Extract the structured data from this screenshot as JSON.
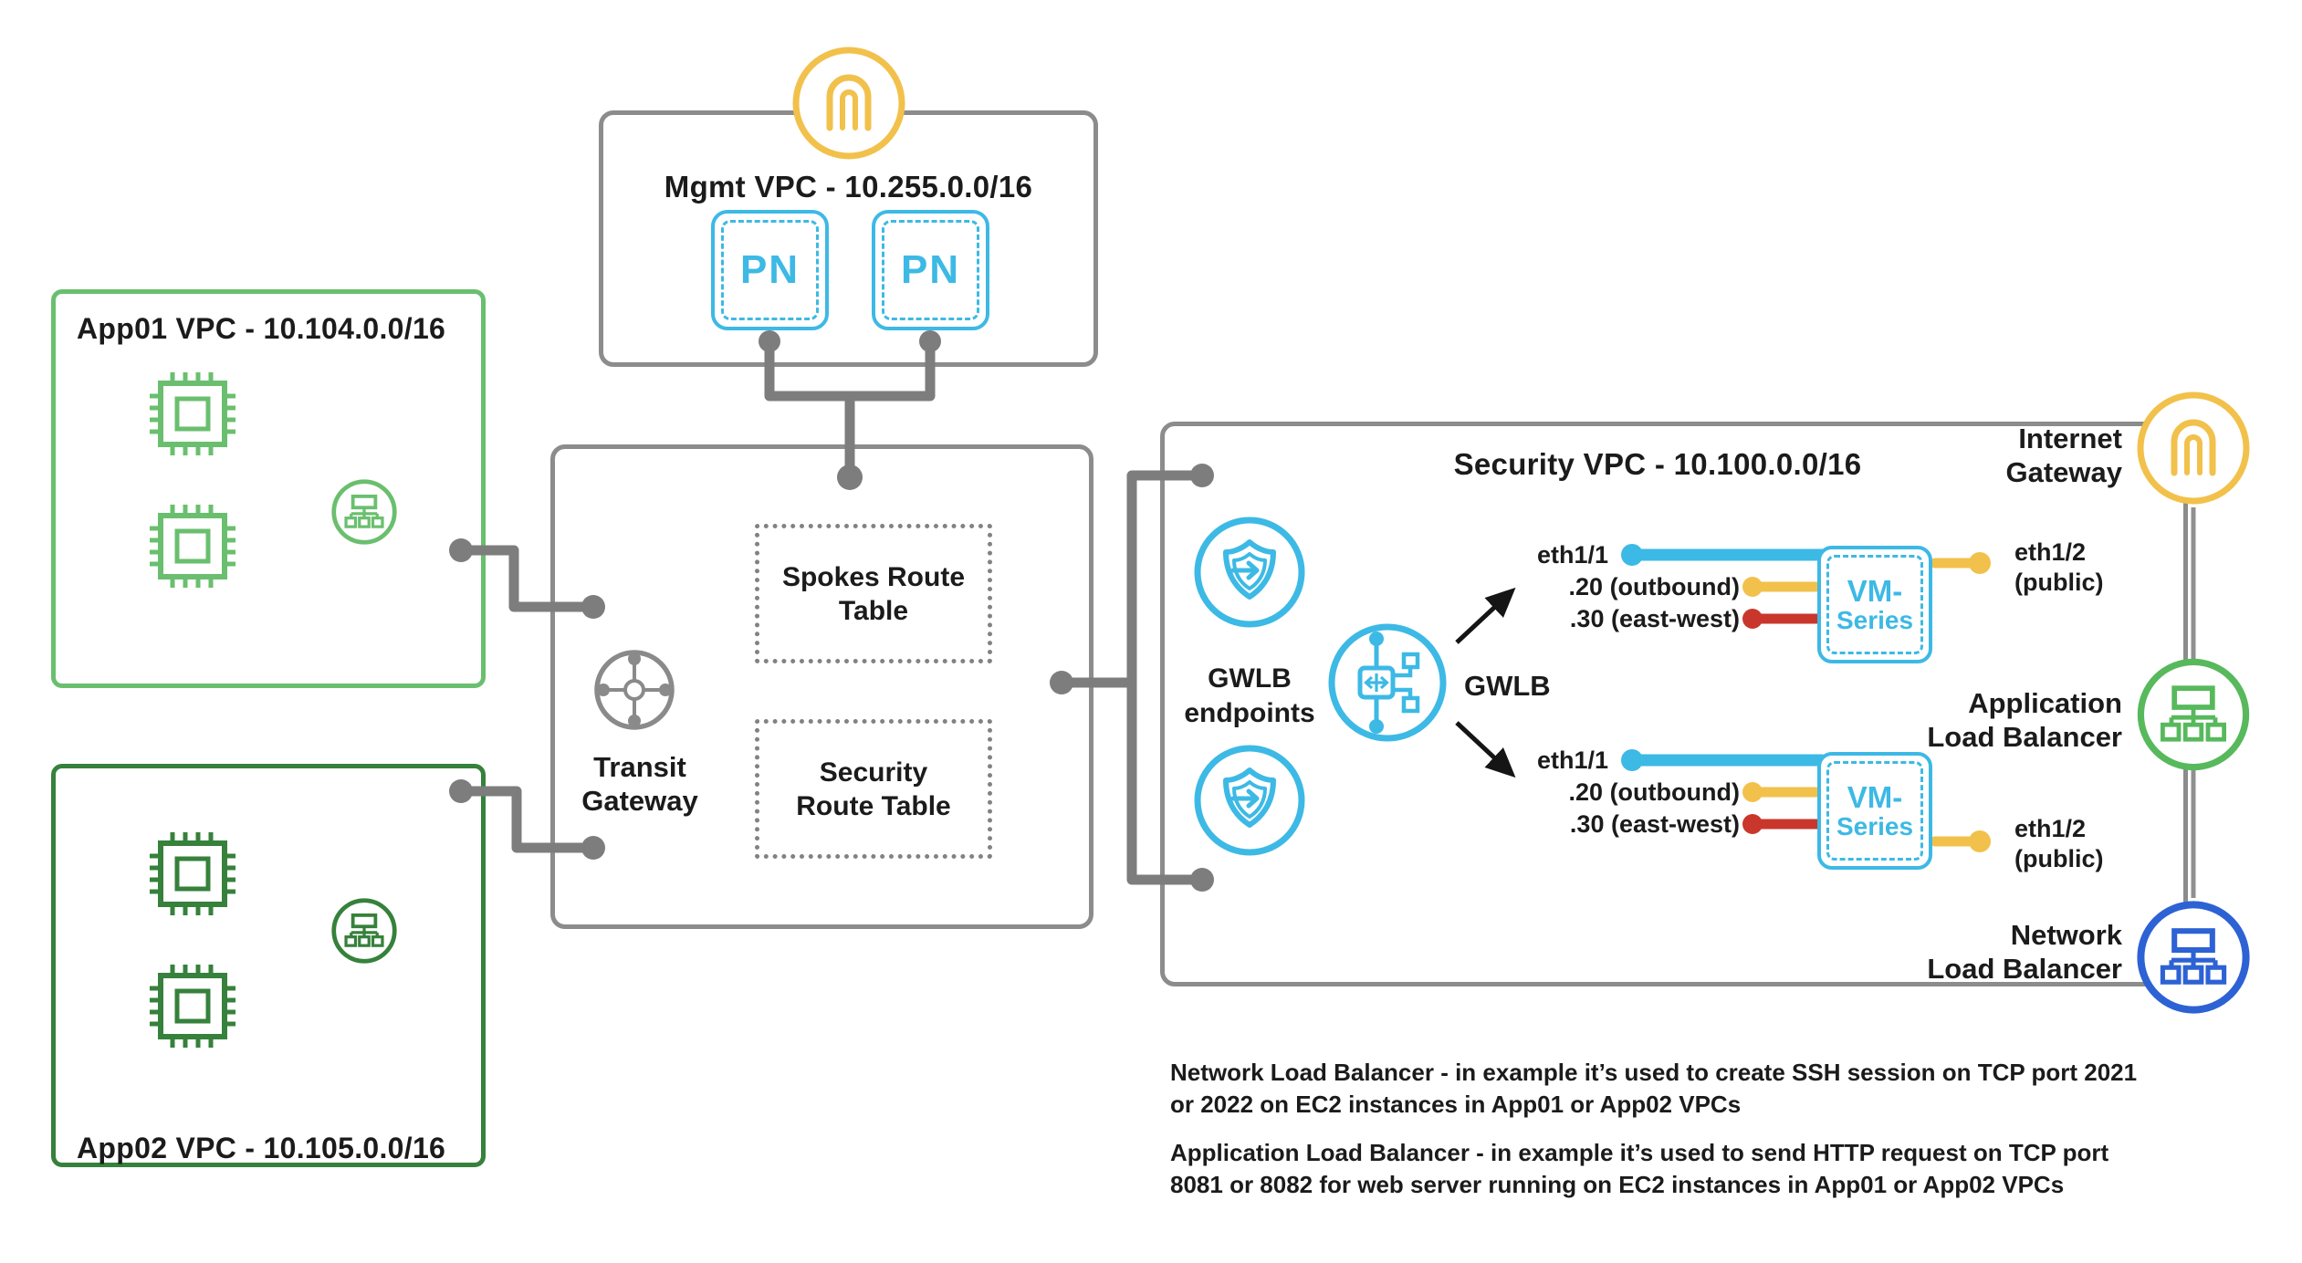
{
  "colors": {
    "wire_gray": "#7d7d7d",
    "box_border_gray": "#8c8c8c",
    "light_blue": "#3db9e5",
    "yellow": "#f2c14b",
    "red": "#c9372c",
    "app01_green": "#6abf6e",
    "app02_green": "#36813b",
    "alb_green": "#57b95c",
    "nlb_blue": "#2d62d4",
    "text_black": "#1b1b1b"
  },
  "mgmt_vpc": {
    "title": "Mgmt VPC - 10.255.0.0/16",
    "pn_nodes": [
      "PN",
      "PN"
    ]
  },
  "app01_vpc": {
    "title": "App01 VPC - 10.104.0.0/16"
  },
  "app02_vpc": {
    "title": "App02 VPC - 10.105.0.0/16"
  },
  "transit_gateway": {
    "label_lines": [
      "Transit",
      "Gateway"
    ],
    "spokes_route_table_lines": [
      "Spokes Route",
      "Table"
    ],
    "security_route_table_lines": [
      "Security",
      "Route Table"
    ]
  },
  "security_vpc": {
    "title": "Security VPC - 10.100.0.0/16",
    "gwlb_endpoints_lines": [
      "GWLB",
      "endpoints"
    ],
    "gwlb_label": "GWLB"
  },
  "vm_series_top": {
    "eth11_label": "eth1/1",
    "outbound_label": ".20 (outbound)",
    "eastwest_label": ".30 (east-west)",
    "name_lines": [
      "VM-",
      "Series"
    ],
    "eth12_lines": [
      "eth1/2",
      "(public)"
    ]
  },
  "vm_series_bottom": {
    "eth11_label": "eth1/1",
    "outbound_label": ".20 (outbound)",
    "eastwest_label": ".30 (east-west)",
    "name_lines": [
      "VM-",
      "Series"
    ],
    "eth12_lines": [
      "eth1/2",
      "(public)"
    ]
  },
  "right_rail": {
    "internet_gateway_lines": [
      "Internet",
      "Gateway"
    ],
    "app_lb_lines": [
      "Application",
      "Load Balancer"
    ],
    "net_lb_lines": [
      "Network",
      "Load Balancer"
    ]
  },
  "notes": {
    "nlb_note_lines": [
      "Network Load Balancer - in example it’s used to create SSH session on TCP port 2021",
      "or 2022 on EC2 instances in App01 or App02 VPCs"
    ],
    "alb_note_lines": [
      "Application Load Balancer - in example it’s used to send HTTP request on TCP port",
      "8081 or 8082 for web server running on EC2 instances in App01 or App02 VPCs"
    ]
  }
}
